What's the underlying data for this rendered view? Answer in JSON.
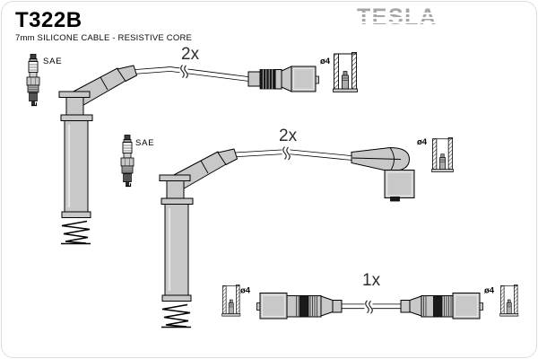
{
  "header": {
    "part_number": "T322B",
    "subtitle": "7mm SILICONE CABLE - RESISTIVE CORE",
    "brand": "TESLA"
  },
  "labels": {
    "sae_top": "SAE",
    "sae_middle": "SAE",
    "qty_top": "2x",
    "qty_middle": "2x",
    "qty_bottom": "1x",
    "dia_top": "ø4",
    "dia_middle": "ø4",
    "dia_bottom_left": "ø4",
    "dia_bottom_right": "ø4"
  },
  "icons": {
    "spark_plug": "spark-plug-icon",
    "socket": "terminal-socket-cross-section-icon",
    "spring": "spring-terminal-icon"
  },
  "colors": {
    "background": "#ffffff",
    "outline": "#000000",
    "part_fill": "#c8c8c8",
    "dark_fill": "#1a1a1a",
    "logo_gray": "#a6a6a6",
    "frame_border": "#dcdcdc",
    "label_text": "#2d2d2d"
  }
}
